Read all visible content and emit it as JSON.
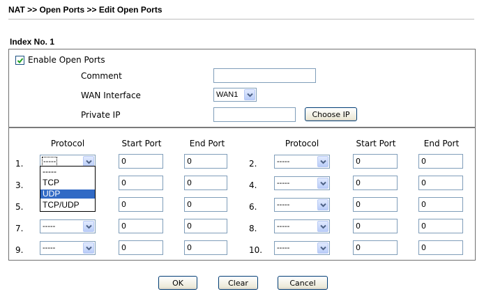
{
  "breadcrumb": "NAT >> Open Ports >> Edit Open Ports",
  "index_label": "Index No. 1",
  "enable": {
    "label": "Enable Open Ports",
    "checked": true
  },
  "comment": {
    "label": "Comment",
    "value": ""
  },
  "wan": {
    "label": "WAN Interface",
    "value": "WAN1"
  },
  "private_ip": {
    "label": "Private IP",
    "value": "",
    "button": "Choose IP"
  },
  "headers": {
    "protocol": "Protocol",
    "start": "Start Port",
    "end": "End Port"
  },
  "rows": [
    {
      "num": "1.",
      "protocol": "-----",
      "start": "0",
      "end": "0"
    },
    {
      "num": "2.",
      "protocol": "-----",
      "start": "0",
      "end": "0"
    },
    {
      "num": "3.",
      "protocol": "",
      "start": "0",
      "end": "0"
    },
    {
      "num": "4.",
      "protocol": "-----",
      "start": "0",
      "end": "0"
    },
    {
      "num": "5.",
      "protocol": "",
      "start": "0",
      "end": "0"
    },
    {
      "num": "6.",
      "protocol": "-----",
      "start": "0",
      "end": "0"
    },
    {
      "num": "7.",
      "protocol": "-----",
      "start": "0",
      "end": "0"
    },
    {
      "num": "8.",
      "protocol": "-----",
      "start": "0",
      "end": "0"
    },
    {
      "num": "9.",
      "protocol": "-----",
      "start": "0",
      "end": "0"
    },
    {
      "num": "10.",
      "protocol": "-----",
      "start": "0",
      "end": "0"
    }
  ],
  "dropdown_options": [
    "-----",
    "TCP",
    "UDP",
    "TCP/UDP"
  ],
  "dropdown_selected": "UDP",
  "buttons": {
    "ok": "OK",
    "clear": "Clear",
    "cancel": "Cancel"
  },
  "colors": {
    "highlight": "#316ac5",
    "border": "#7f9db9"
  }
}
